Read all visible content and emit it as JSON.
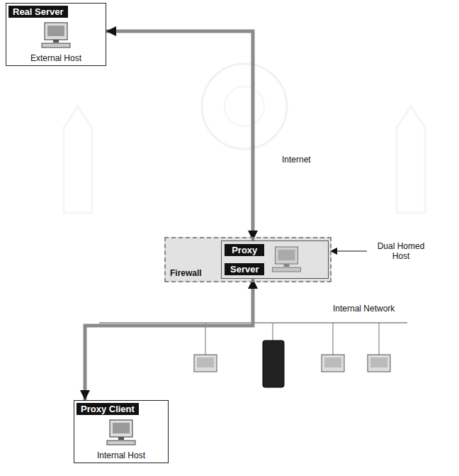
{
  "diagram": {
    "nodes": [
      {
        "text": [
          "Real Server",
          "External Host"
        ]
      },
      {
        "text": [
          "Firewall"
        ]
      },
      {
        "text": [
          "Proxy",
          "Server"
        ],
        "in": 1
      },
      {
        "text": [
          "Proxy Client",
          "Internal Host"
        ]
      }
    ],
    "edges": [
      {
        "from": 0,
        "to": 2,
        "arrow": "both"
      },
      {
        "from": 2,
        "to": 3,
        "arrow": "both"
      }
    ],
    "labels": [
      "Internet",
      "Dual Homed Host",
      "Internal Network"
    ]
  }
}
